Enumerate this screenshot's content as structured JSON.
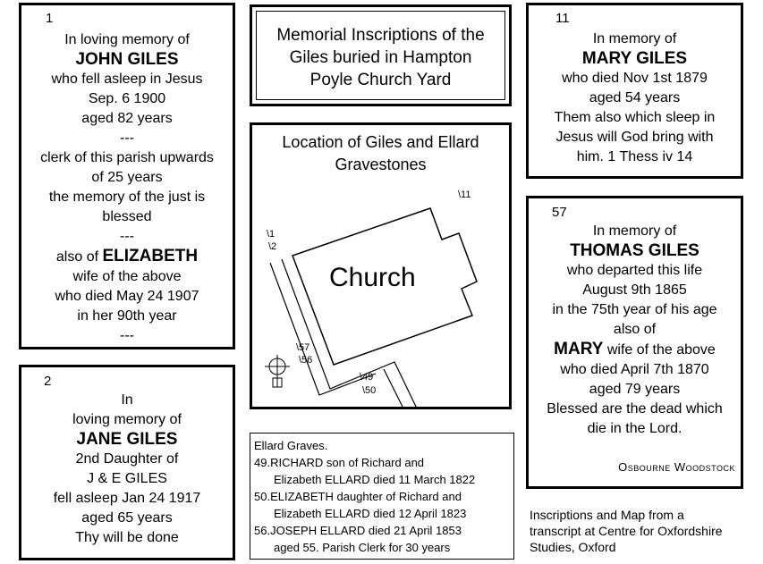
{
  "g1": {
    "num": "1",
    "lines": [
      "In loving memory of"
    ],
    "name": "JOHN GILES",
    "lines2": [
      "who fell asleep in Jesus",
      "Sep. 6 1900",
      "aged 82 years",
      "---",
      "clerk of this parish upwards",
      "of 25 years",
      "the memory of the just is",
      "blessed",
      "---",
      "also of"
    ],
    "name2": "ELIZABETH",
    "lines3": [
      "wife of the above",
      "who died May 24 1907",
      "in her 90th year",
      "---"
    ]
  },
  "g2": {
    "num": "2",
    "lines": [
      "In",
      "loving memory of"
    ],
    "name": "JANE GILES",
    "lines2": [
      "2nd Daughter of",
      "J & E GILES",
      "fell asleep Jan 24 1917",
      "aged 65 years",
      "Thy will be done"
    ]
  },
  "title": {
    "line1": "Memorial Inscriptions of the",
    "line2": "Giles buried in Hampton",
    "line3": "Poyle Church Yard"
  },
  "map": {
    "title1": "Location of Giles and Ellard",
    "title2": "Gravestones",
    "church": "Church",
    "labels": {
      "l1": "\\1",
      "l2": "\\2",
      "l11": "\\11",
      "l57": "\\57",
      "l56": "\\56",
      "l49": "\\49",
      "l50": "\\50"
    }
  },
  "ellard": {
    "head": "Ellard Graves.",
    "e1a": "49.RICHARD son of Richard and",
    "e1b": "Elizabeth ELLARD died 11 March 1822",
    "e2a": "50.ELIZABETH daughter  of Richard and",
    "e2b": "Elizabeth ELLARD died 12 April 1823",
    "e3a": "56.JOSEPH ELLARD died 21 April 1853",
    "e3b": "aged 55.  Parish Clerk for 30 years"
  },
  "g11": {
    "num": "11",
    "line1": "In memory of",
    "name": "MARY GILES",
    "lines2": [
      "who died Nov 1st 1879",
      "aged 54 years",
      "Them also which sleep in",
      "Jesus will God bring with",
      "him. 1 Thess iv 14"
    ]
  },
  "g57": {
    "num": "57",
    "line1": "In memory of",
    "name": "THOMAS GILES",
    "lines2": [
      "who departed this life",
      "August 9th 1865",
      "in the 75th year of his age",
      "also of"
    ],
    "name2": "MARY",
    "name2rest": " wife of the above",
    "lines3": [
      "who died April 7th 1870",
      "aged 79 years",
      "Blessed are the dead which",
      "die in the Lord."
    ],
    "sign": "Osbourne Woodstock"
  },
  "credit": {
    "l1": "Inscriptions and Map from a",
    "l2": "transcript at Centre for Oxfordshire",
    "l3": "Studies, Oxford"
  }
}
